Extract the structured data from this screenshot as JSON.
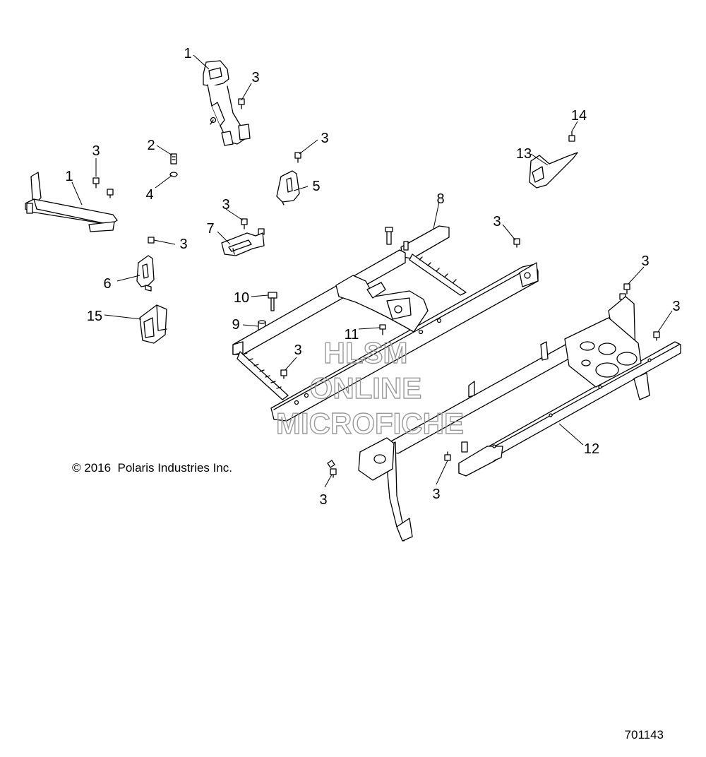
{
  "copyright": "© 2016  Polaris Industries Inc.",
  "diagram_number": "701143",
  "watermark": [
    "HLSM",
    "ONLINE",
    "MICROFICHE"
  ],
  "callouts": [
    {
      "id": "c1a",
      "label": "1"
    },
    {
      "id": "c3a",
      "label": "3"
    },
    {
      "id": "c14",
      "label": "14"
    },
    {
      "id": "c3b",
      "label": "3"
    },
    {
      "id": "c2",
      "label": "2"
    },
    {
      "id": "c13",
      "label": "13"
    },
    {
      "id": "c3c",
      "label": "3"
    },
    {
      "id": "c1b",
      "label": "1"
    },
    {
      "id": "c4",
      "label": "4"
    },
    {
      "id": "c5",
      "label": "5"
    },
    {
      "id": "c8",
      "label": "8"
    },
    {
      "id": "c3d",
      "label": "3"
    },
    {
      "id": "c3e",
      "label": "3"
    },
    {
      "id": "c7",
      "label": "7"
    },
    {
      "id": "c3f",
      "label": "3"
    },
    {
      "id": "c3g",
      "label": "3"
    },
    {
      "id": "c6",
      "label": "6"
    },
    {
      "id": "c10",
      "label": "10"
    },
    {
      "id": "c3h",
      "label": "3"
    },
    {
      "id": "c15",
      "label": "15"
    },
    {
      "id": "c9",
      "label": "9"
    },
    {
      "id": "c11",
      "label": "11"
    },
    {
      "id": "c3i",
      "label": "3"
    },
    {
      "id": "c12",
      "label": "12"
    },
    {
      "id": "c3j",
      "label": "3"
    },
    {
      "id": "c3k",
      "label": "3"
    }
  ]
}
